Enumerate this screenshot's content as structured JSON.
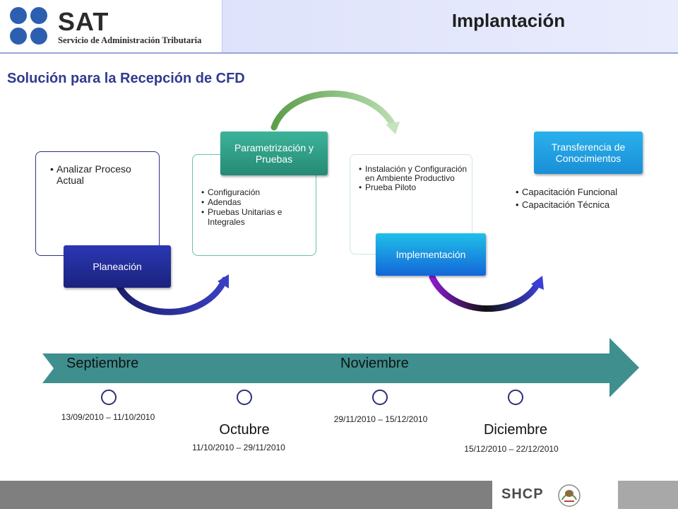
{
  "header": {
    "logo_main": "SAT",
    "logo_sub": "Servicio de Administración Tributaria",
    "title": "Implantación"
  },
  "subtitle": "Solución para la Recepción de CFD",
  "phases": [
    {
      "label": "Planeación",
      "items": [
        "Analizar Proceso Actual"
      ]
    },
    {
      "label": "Parametrización y Pruebas",
      "items": [
        "Configuración",
        "Adendas",
        "Pruebas Unitarias e Integrales"
      ]
    },
    {
      "label": "Implementación",
      "items": [
        "Instalación  y Configuración en Ambiente Productivo",
        "Prueba Piloto"
      ]
    },
    {
      "label": "Transferencia de Conocimientos",
      "items": [
        "Capacitación Funcional",
        "Capacitación Técnica"
      ]
    }
  ],
  "timeline": {
    "arrow_months": [
      "Septiembre",
      "Noviembre"
    ],
    "month_labels": [
      "Octubre",
      "Diciembre"
    ],
    "ranges": [
      "13/09/2010 – 11/10/2010",
      "11/10/2010 – 29/11/2010",
      "29/11/2010 – 15/12/2010",
      "15/12/2010 – 22/12/2010"
    ]
  },
  "footer": {
    "brand": "SHCP"
  },
  "colors": {
    "title_blue": "#2f3b8e",
    "planeacion": "#1f2a8c",
    "parametrizacion": "#2e9e86",
    "implementacion": "#1f7fe0",
    "transferencia": "#1a9fe0",
    "timeline_teal": "#3f8f8f"
  }
}
